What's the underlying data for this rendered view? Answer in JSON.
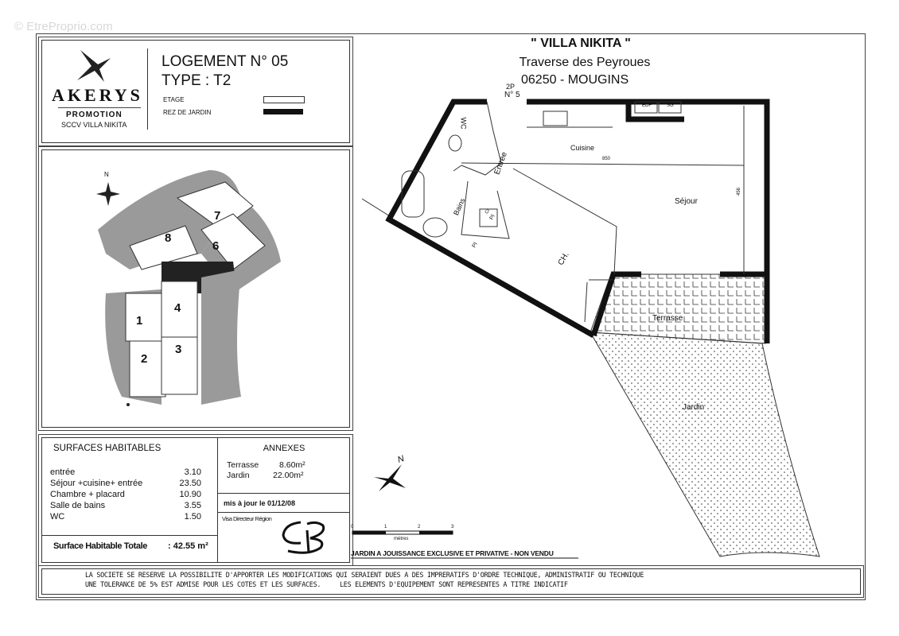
{
  "watermark": "© EtreProprio.com",
  "header": {
    "brand": "AKERYS",
    "brand_sub": "PROMOTION",
    "company": "SCCV VILLA NIKITA",
    "logement": "LOGEMENT N° 05",
    "type": "TYPE : T2",
    "legend": [
      {
        "label": "ETAGE",
        "color": "#ffffff"
      },
      {
        "label": "REZ DE JARDIN",
        "color": "#111111"
      }
    ]
  },
  "project": {
    "name": "\" VILLA NIKITA \"",
    "street": "Traverse des Peyroues",
    "city": "06250 - MOUGINS",
    "parking": "2P",
    "number": "N° 5"
  },
  "site_plan": {
    "north": "N",
    "lots": [
      "1",
      "2",
      "3",
      "4",
      "6",
      "7",
      "8"
    ]
  },
  "surfaces": {
    "title": "SURFACES HABITABLES",
    "rows": [
      {
        "label": "entrée",
        "value": "3.10"
      },
      {
        "label": "Séjour +cuisine+ entrée",
        "value": "23.50"
      },
      {
        "label": "Chambre  + placard",
        "value": "10.90"
      },
      {
        "label": "Salle de bains",
        "value": "3.55"
      },
      {
        "label": "WC",
        "value": "1.50"
      }
    ],
    "total_label": "Surface Habitable Totale",
    "total_value": ":  42.55 m²"
  },
  "annexes": {
    "title": "ANNEXES",
    "rows": [
      {
        "label": "Terrasse",
        "value": "8.60m²"
      },
      {
        "label": "Jardin",
        "value": "22.00m²"
      }
    ],
    "updated": "mis à jour le 01/12/08",
    "visa": "Visa Directeur Région",
    "signature": "GB"
  },
  "plan": {
    "rooms": {
      "wc": "WC",
      "entree": "Entrée",
      "cuisine": "Cuisine",
      "sejour": "Séjour",
      "bains": "Bains",
      "ch": "CH.",
      "pl1": "Pl",
      "pl2": "Pl",
      "cr": "Cr",
      "terrasse": "Terrasse",
      "jardin": "Jardin",
      "edf": "EDF",
      "sg": "SG"
    },
    "dims": {
      "width": "850",
      "depth": "456"
    },
    "north": "N",
    "scale_ticks": [
      "0",
      "1",
      "2",
      "3"
    ],
    "scale_unit": "mètres",
    "jardin_note": "JARDIN A JOUISSANCE EXCLUSIVE ET PRIVATIVE - NON VENDU"
  },
  "footer": {
    "line1": "LA SOCIETE SE RESERVE LA POSSIBILITE D'APPORTER LES MODIFICATIONS QUI SERAIENT DUES A DES IMPRERATIFS D'ORDRE TECHNIQUE, ADMINISTRATIF OU TECHNIQUE",
    "line2": "UNE TOLERANCE DE 5% EST ADMISE POUR LES COTES ET LES SURFACES.     LES ELEMENTS D'EQUIPEMENT SONT REPRESENTES A TITRE INDICATIF"
  }
}
